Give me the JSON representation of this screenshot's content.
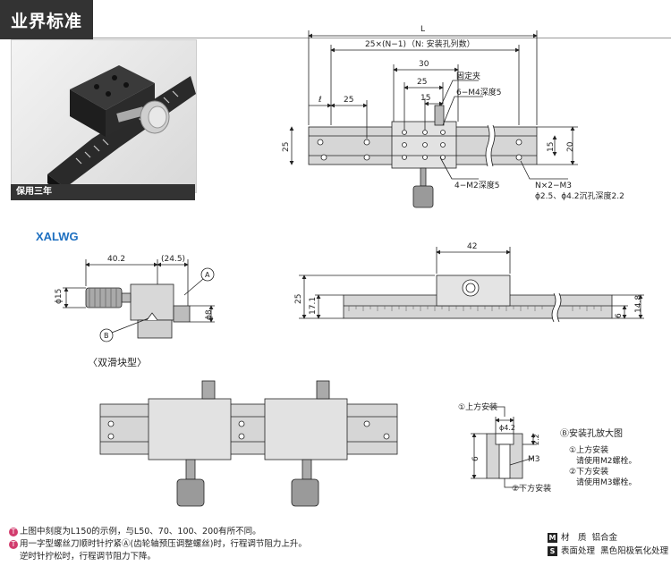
{
  "header": {
    "badge": "业界标准",
    "warranty": "保用三年"
  },
  "model": "XALWG",
  "variant_label": "〈双滑块型〉",
  "top_view": {
    "dim_L": "L",
    "dim_pitch": "25×(N−1)",
    "dim_pitch_note": "（N: 安装孔列数）",
    "dim_30": "30",
    "dim_25_inner": "25",
    "dim_15": "15",
    "dim_l": "ℓ",
    "dim_25_left": "25",
    "dim_25_height": "25",
    "dim_15_right": "15",
    "dim_20_right": "20",
    "label_clamp": "固定夹",
    "label_m4": "6−M4深度5",
    "label_m2": "4−M2深度5",
    "label_m3": "N×2−M3",
    "label_counterbore": "ϕ2.5、ϕ4.2沉孔深度2.2"
  },
  "side_view": {
    "dim_40_2": "40.2",
    "dim_24_5": "(24.5)",
    "dim_phi15": "ϕ15",
    "dim_phi8": "ϕ8",
    "callout_a": "A",
    "callout_b": "B"
  },
  "front_view": {
    "dim_42": "42",
    "dim_25": "25",
    "dim_17_1": "17.1",
    "dim_6": "6",
    "dim_14_8": "14.8"
  },
  "detail": {
    "title": "Ⓑ安装孔放大图",
    "top_mount": "①上方安装",
    "bottom_mount": "②下方安装",
    "dim_phi4_2": "ϕ4.2",
    "dim_2_2": "2.2",
    "dim_6": "6",
    "dim_m3": "M3",
    "note1_title": "①上方安装",
    "note1_text": "请使用M2螺栓。",
    "note2_title": "②下方安装",
    "note2_text": "请使用M3螺栓。"
  },
  "notes": {
    "note1": "上图中刻度为L150的示例，与L50、70、100、200有所不同。",
    "note2": "用一字型螺丝刀顺时针拧紧Ⓐ(齿轮轴预压调整螺丝)时，行程调节阻力上升。",
    "note3": "逆时针拧松时，行程调节阻力下降。"
  },
  "material": {
    "m_key": "M",
    "m_label": "材　质",
    "m_value": "铝合金",
    "s_key": "S",
    "s_label": "表面处理",
    "s_value": "黑色阳极氧化处理"
  },
  "colors": {
    "accent": "#1d6fc0",
    "note_mark": "#d23c6e",
    "part_fill": "#d4d4d4",
    "line": "#222222"
  }
}
